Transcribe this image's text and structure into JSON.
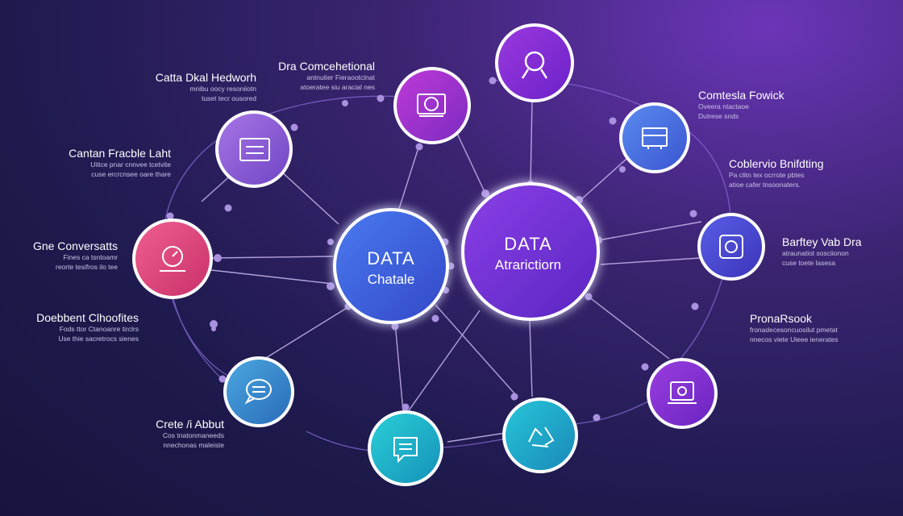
{
  "hubs": [
    {
      "id": "hub-left",
      "title": "DATA",
      "subtitle": "Chatale"
    },
    {
      "id": "hub-right",
      "title": "DATA",
      "subtitle": "Atrarictiorn"
    }
  ],
  "nodes": [
    {
      "key": "data-dial",
      "label": "Catta Dkal Hedworh",
      "desc": [
        "mnibu oocy resoniiotn",
        "tuset tecr ousored"
      ],
      "color_from": "#a876e6",
      "color_to": "#6f44c4",
      "icon": "document-icon"
    },
    {
      "key": "conventional",
      "label": "Dra Comcehetional",
      "desc": [
        "antnutier Fieraootclnat",
        "atoeratee siu aracial nes"
      ],
      "color_from": "#c03ad8",
      "color_to": "#7a2bc0",
      "icon": "monitor-icon"
    },
    {
      "key": "top",
      "label": "",
      "desc": [],
      "color_from": "#9c38e0",
      "color_to": "#6a22c8",
      "icon": "search-icon"
    },
    {
      "key": "contesla",
      "label": "Comtesla Fowick",
      "desc": [
        "Oveera ntactaoe",
        "Dutrese snds"
      ],
      "color_from": "#5a8cf0",
      "color_to": "#3a54d0",
      "icon": "dashboard-icon"
    },
    {
      "key": "coblervio",
      "label": "Coblervio Bnifdting",
      "desc": [
        "Pa clitn tex ocrrote pbtes",
        "atioe cafer tnsoonaters."
      ],
      "color_from": "",
      "color_to": "",
      "icon": ""
    },
    {
      "key": "bantey",
      "label": "Barftey Vab Dra",
      "desc": [
        "atraunatiot sosciionon",
        "cuse toete lasesa"
      ],
      "color_from": "#5a5ee8",
      "color_to": "#3a34b8",
      "icon": "analytics-icon"
    },
    {
      "key": "pronarsook",
      "label": "PronaRsook",
      "desc": [
        "fronadecesoncuosilut pmetat",
        "nnecos viete Uieee ienerates"
      ],
      "color_from": "",
      "color_to": "",
      "icon": ""
    },
    {
      "key": "terminal",
      "label": "",
      "desc": [],
      "color_from": "#9a3ee0",
      "color_to": "#6a24c0",
      "icon": "terminal-icon"
    },
    {
      "key": "recycle",
      "label": "",
      "desc": [],
      "color_from": "#26c6d8",
      "color_to": "#1a88b8",
      "icon": "recycle-icon"
    },
    {
      "key": "message",
      "label": "",
      "desc": [],
      "color_from": "#2ad0d8",
      "color_to": "#1590b8",
      "icon": "message-icon"
    },
    {
      "key": "create",
      "label": "Crete /i Abbut",
      "desc": [
        "Cos tnatonmaneeds",
        "nnechonas maleiste"
      ],
      "color_from": "#4aa8e0",
      "color_to": "#2a6ab8",
      "icon": "chat-icon"
    },
    {
      "key": "doebent",
      "label": "Doebbent Clhoofites",
      "desc": [
        "Fods ttor Ctanoanre tirclrs",
        "Use thie sacretrocs sienes"
      ],
      "color_from": "",
      "color_to": "",
      "icon": ""
    },
    {
      "key": "gne",
      "label": "Gne Conversatts",
      "desc": [
        "Fines ca tsntoamr",
        "reorte tesifros ilo tee"
      ],
      "color_from": "#f06090",
      "color_to": "#c8306a",
      "icon": "gauge-icon"
    },
    {
      "key": "cantan",
      "label": "Cantan Fracble Laht",
      "desc": [
        "Uitice pnar cnnvee tcetvite",
        "cuse ercrcnsee oare thare"
      ],
      "color_from": "",
      "color_to": "",
      "icon": ""
    }
  ]
}
